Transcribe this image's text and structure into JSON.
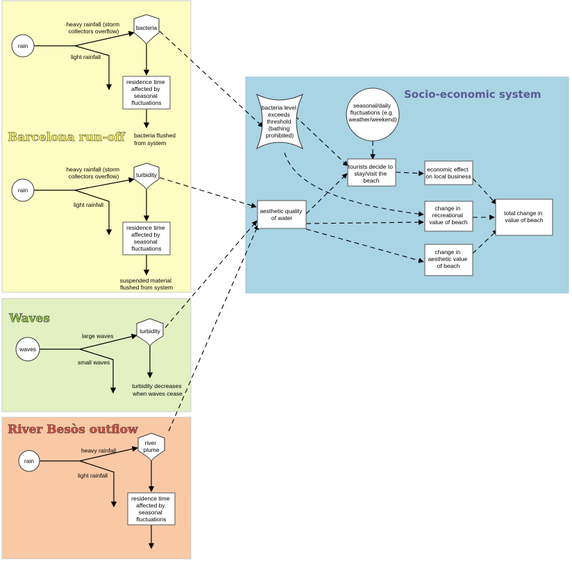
{
  "colors": {
    "barcelona_panel": "#fdfcc2",
    "waves_panel": "#e3f0c2",
    "river_panel": "#f9c9a6",
    "socio_panel": "#a8d4e4",
    "barcelona_title": "#f4f04a",
    "waves_title": "#8cc23a",
    "river_title": "#e4493b",
    "socio_title": "#5a5a96"
  },
  "sections": {
    "barcelona_title": "Barcelona run-off",
    "waves_title": "Waves",
    "river_title": "River Besòs outflow",
    "socio_title": "Socio-economic system"
  },
  "barcelona": {
    "rain1": "rain",
    "heavy1": [
      "heavy rainfall (storm",
      "collectors overflow)"
    ],
    "light1": "light rainfall",
    "bacteria": "bacteria",
    "residence1": [
      "residence time",
      "affected by",
      "seasonal",
      "fluctuations"
    ],
    "flushed1": [
      "bacteria flushed",
      "from system"
    ],
    "rain2": "rain",
    "heavy2": [
      "heavy rainfall (storm",
      "collectors overflow)"
    ],
    "light2": "light rainfall",
    "turbidity": "turbidity",
    "residence2": [
      "residence time",
      "affected by",
      "seasonal",
      "fluctuations"
    ],
    "flushed2": [
      "suspended material",
      "flushed from system"
    ]
  },
  "waves": {
    "waves": "waves",
    "large": "large waves",
    "small": "small waves",
    "turbidity": "turbidity",
    "decrease": [
      "turbidity decreases",
      "when waves cease"
    ]
  },
  "river": {
    "rain": "rain",
    "heavy": "heavy rainfall",
    "light": "light rainfall",
    "plume": [
      "river",
      "plume"
    ],
    "residence": [
      "residence time",
      "affected by",
      "seasonal",
      "fluctuations"
    ]
  },
  "socio": {
    "bacteria_level": [
      "bacteria level",
      "exceeds",
      "threshold",
      "(bathing",
      "prohibited)"
    ],
    "seasonal": [
      "seasonal/daily",
      "fluctuations (e.g.",
      "weather/weekend)"
    ],
    "tourists": [
      "tourists decide to",
      "stay/visit the",
      "beach"
    ],
    "economic": [
      "economic effect",
      "on local business"
    ],
    "aesthetic_quality": [
      "aesthetic quality",
      "of water"
    ],
    "recreational": [
      "change in",
      "recreational",
      "value of beach"
    ],
    "aesthetic_value": [
      "change in",
      "aesthetic value",
      "of beach"
    ],
    "total": [
      "total change in",
      "value of beach"
    ]
  }
}
